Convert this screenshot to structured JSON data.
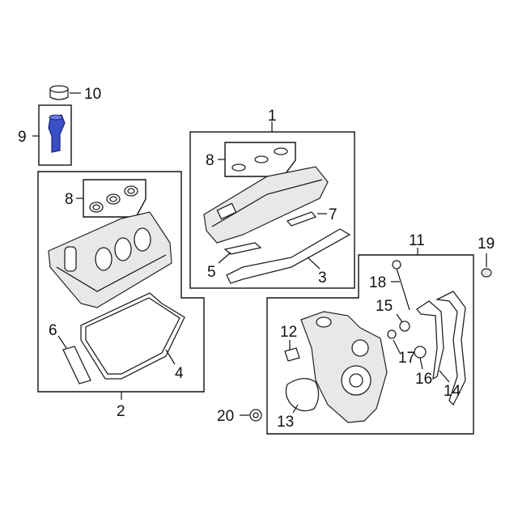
{
  "diagram": {
    "title": "Valve cover and timing cover parts diagram",
    "highlight_color": "#3a4fc4",
    "callouts": {
      "c1": "1",
      "c2": "2",
      "c3": "3",
      "c4": "4",
      "c5": "5",
      "c6": "6",
      "c7": "7",
      "c8a": "8",
      "c8b": "8",
      "c9": "9",
      "c10": "10",
      "c11": "11",
      "c12": "12",
      "c13": "13",
      "c14": "14",
      "c15": "15",
      "c16": "16",
      "c17": "17",
      "c18": "18",
      "c19": "19",
      "c20": "20"
    }
  }
}
